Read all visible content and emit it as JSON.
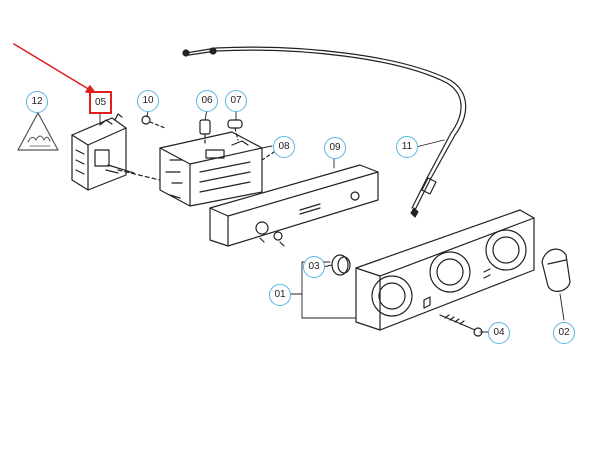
{
  "diagram": {
    "callouts": [
      {
        "id": "12",
        "label": "12"
      },
      {
        "id": "05",
        "label": "05",
        "highlighted": true
      },
      {
        "id": "10",
        "label": "10"
      },
      {
        "id": "06",
        "label": "06"
      },
      {
        "id": "07",
        "label": "07"
      },
      {
        "id": "08",
        "label": "08"
      },
      {
        "id": "09",
        "label": "09"
      },
      {
        "id": "11",
        "label": "11"
      },
      {
        "id": "03",
        "label": "03"
      },
      {
        "id": "01",
        "label": "01"
      },
      {
        "id": "04",
        "label": "04"
      },
      {
        "id": "02",
        "label": "02"
      }
    ],
    "colors": {
      "callout_border": "#5ab4e0",
      "highlight": "#e02020",
      "arrow": "#e02020",
      "line": "#222222"
    },
    "warning_icon": "hazard-triangle-icon"
  }
}
